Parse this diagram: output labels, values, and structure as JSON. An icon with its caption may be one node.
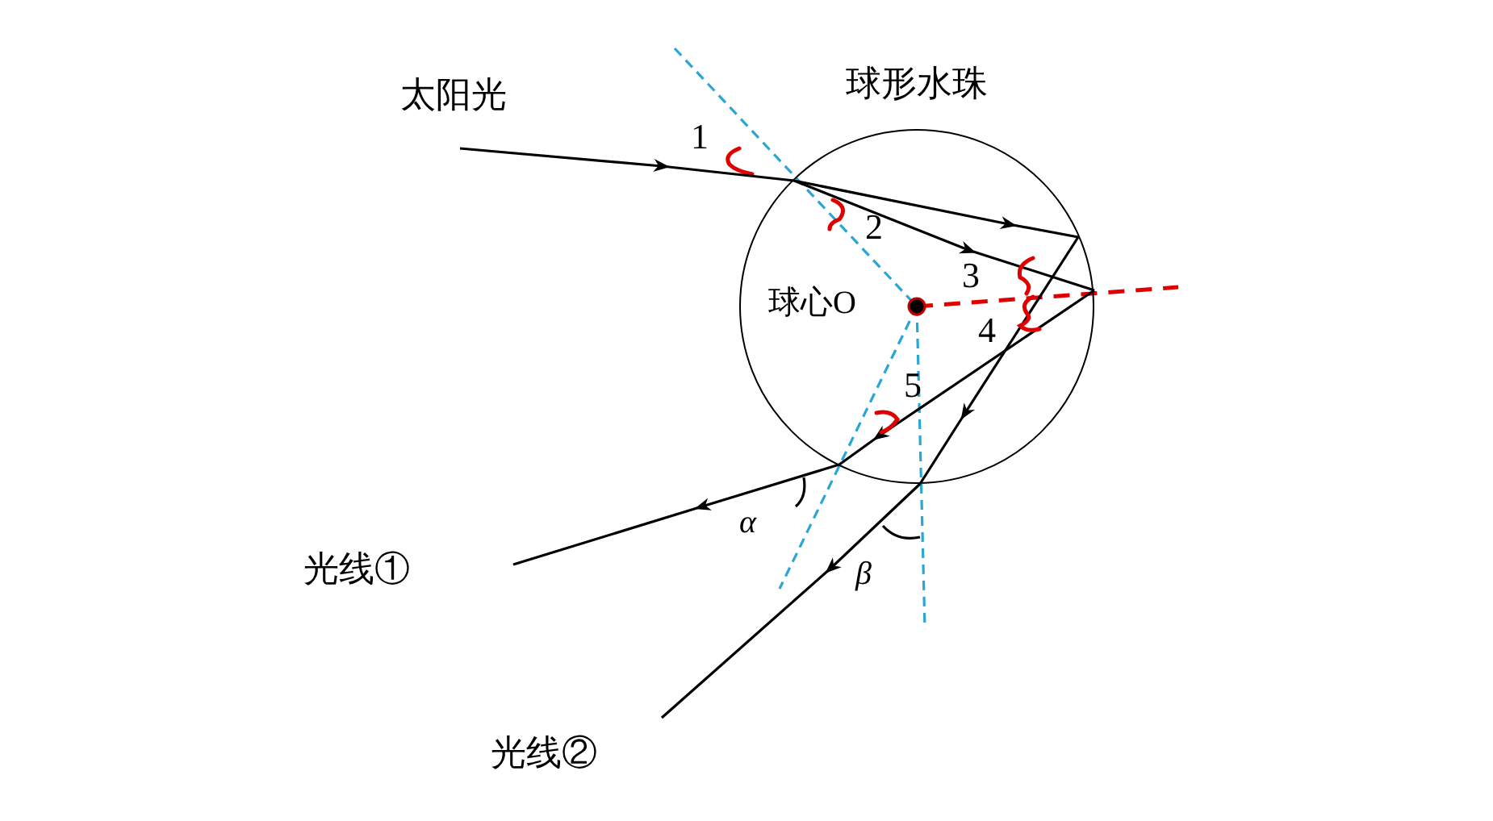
{
  "diagram": {
    "nodes": [
      {
        "text": [
          "球形水珠"
        ]
      }
    ],
    "labels": [
      "太阳光",
      "1",
      "2",
      "3",
      "球心O",
      "4",
      "5",
      "α",
      "光线①",
      "β",
      "光线②"
    ]
  }
}
